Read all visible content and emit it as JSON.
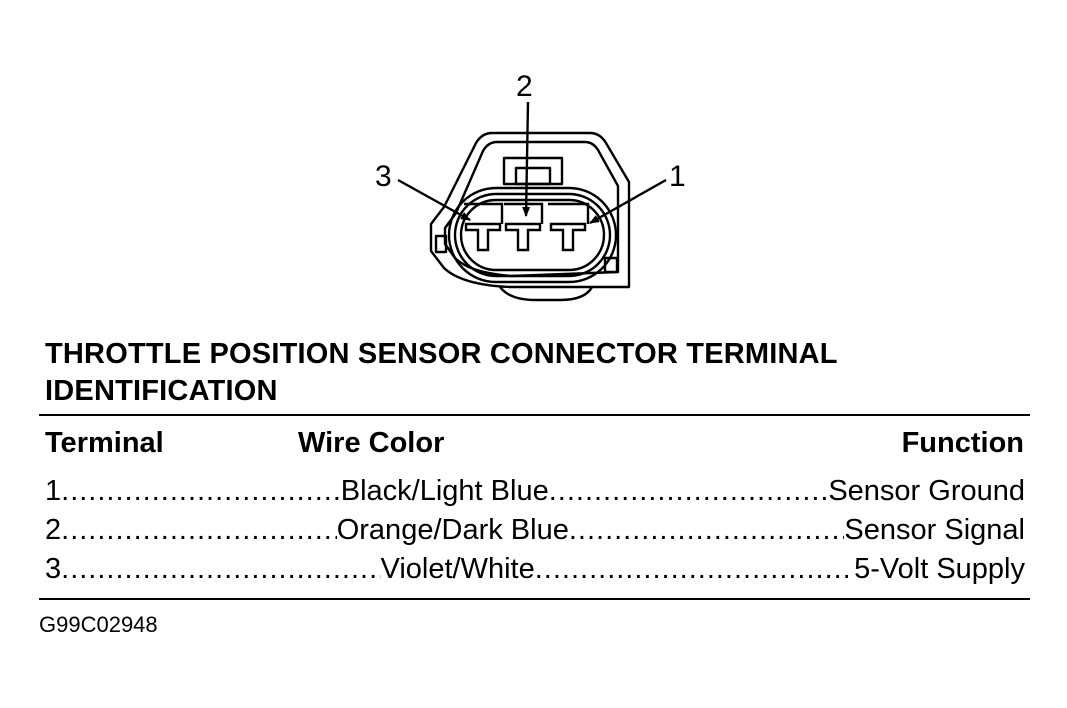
{
  "connector": {
    "pin_labels": [
      "1",
      "2",
      "3"
    ]
  },
  "title": "THROTTLE POSITION SENSOR CONNECTOR TERMINAL IDENTIFICATION",
  "table": {
    "headers": {
      "terminal": "Terminal",
      "wire_color": "Wire Color",
      "function": "Function"
    },
    "rows": [
      {
        "terminal": "1",
        "wire_color": "Black/Light Blue",
        "function": "Sensor Ground"
      },
      {
        "terminal": "2",
        "wire_color": "Orange/Dark Blue",
        "function": "Sensor Signal"
      },
      {
        "terminal": "3",
        "wire_color": "Violet/White",
        "function": "5-Volt Supply"
      }
    ]
  },
  "figure_code": "G99C02948"
}
